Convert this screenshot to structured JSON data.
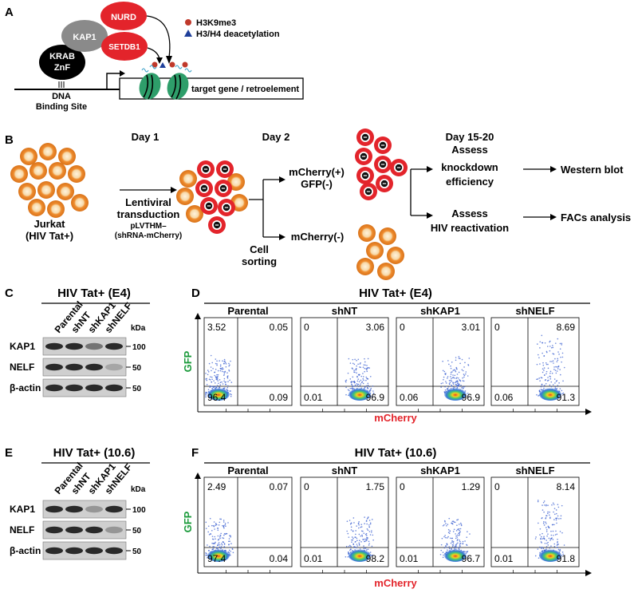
{
  "panel_letters": {
    "a": "A",
    "b": "B",
    "c": "C",
    "d": "D",
    "e": "E",
    "f": "F"
  },
  "panelA": {
    "krab_line1": "KRAB",
    "krab_line2": "ZnF",
    "kap1": "KAP1",
    "nurd": "NURD",
    "setdb1": "SETDB1",
    "legend_circle": "H3K9me3",
    "legend_triangle": "H3/H4 deacetylation",
    "binding_line1": "DNA",
    "binding_line2": "Binding Site",
    "target": "target gene / retroelement",
    "colors": {
      "krab": "#000000",
      "kap1": "#8a8a8a",
      "nurd": "#e3242b",
      "setdb1": "#e3242b",
      "nucleosome": "#2e9e6a",
      "circle": "#c0392b",
      "triangle": "#1f3f9a"
    }
  },
  "panelB": {
    "day1": "Day 1",
    "day2": "Day 2",
    "day1520": "Day 15-20",
    "jurkat1": "Jurkat",
    "jurkat2": "(HIV Tat+)",
    "lenti1": "Lentiviral",
    "lenti2": "transduction",
    "lenti3": "pLVTHM–",
    "lenti4": "(shRNA-mCherry)",
    "sort1": "Cell",
    "sort2": "sorting",
    "mcherry_pos1": "mCherry(+)",
    "mcherry_pos2": "GFP(-)",
    "mcherry_neg": "mCherry(-)",
    "assess1a": "Assess",
    "assess1b": "knockdown",
    "assess1c": "efficiency",
    "assess2a": "Assess",
    "assess2b": "HIV reactivation",
    "western": "Western blot",
    "facs": "FACs analysis",
    "colors": {
      "orange": "#ef8c2e",
      "red": "#e3242b"
    }
  },
  "blots": [
    {
      "title": "HIV Tat+ (E4)",
      "lanes": [
        "Parental",
        "shNT",
        "shKAP1",
        "shNELF"
      ],
      "kda": "kDa",
      "rows": [
        {
          "label": "KAP1",
          "kda": "100"
        },
        {
          "label": "NELF",
          "kda": "50"
        },
        {
          "label": "β-actin",
          "kda": "50"
        }
      ]
    },
    {
      "title": "HIV Tat+ (10.6)",
      "lanes": [
        "Parental",
        "shNT",
        "shKAP1",
        "shNELF"
      ],
      "kda": "kDa",
      "rows": [
        {
          "label": "KAP1",
          "kda": "100"
        },
        {
          "label": "NELF",
          "kda": "50"
        },
        {
          "label": "β-actin",
          "kda": "50"
        }
      ]
    }
  ],
  "facs": [
    {
      "title": "HIV Tat+ (E4)",
      "xlabel": "mCherry",
      "ylabel": "GFP",
      "plots": [
        {
          "name": "Parental",
          "ul": "3.52",
          "ur": "0.05",
          "ll": "96.4",
          "lr": "0.09"
        },
        {
          "name": "shNT",
          "ul": "0",
          "ur": "3.06",
          "ll": "0.01",
          "lr": "96.9"
        },
        {
          "name": "shKAP1",
          "ul": "0",
          "ur": "3.01",
          "ll": "0.06",
          "lr": "96.9"
        },
        {
          "name": "shNELF",
          "ul": "0",
          "ur": "8.69",
          "ll": "0.06",
          "lr": "91.3"
        }
      ]
    },
    {
      "title": "HIV Tat+ (10.6)",
      "xlabel": "mCherry",
      "ylabel": "GFP",
      "plots": [
        {
          "name": "Parental",
          "ul": "2.49",
          "ur": "0.07",
          "ll": "97.4",
          "lr": "0.04"
        },
        {
          "name": "shNT",
          "ul": "0",
          "ur": "1.75",
          "ll": "0.01",
          "lr": "98.2"
        },
        {
          "name": "shKAP1",
          "ul": "0",
          "ur": "1.29",
          "ll": "0.01",
          "lr": "96.7"
        },
        {
          "name": "shNELF",
          "ul": "0",
          "ur": "8.14",
          "ll": "0.01",
          "lr": "91.8"
        }
      ]
    }
  ],
  "colors": {
    "gfp_label": "#1a9a3a",
    "mcherry_label": "#e3242b"
  }
}
